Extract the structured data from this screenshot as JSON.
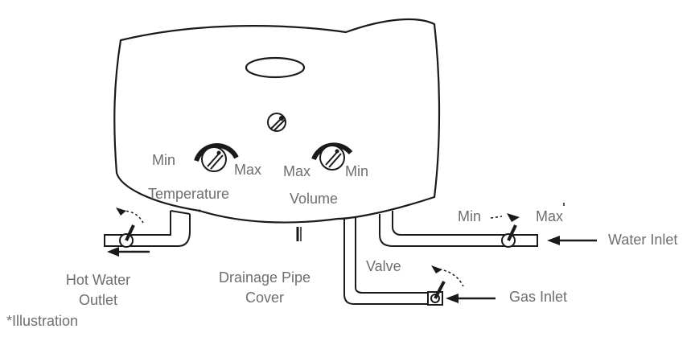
{
  "labels": {
    "knob_left_min": "Min",
    "knob_left_max": "Max",
    "knob_left_caption": "Temperature",
    "knob_right_max": "Max",
    "knob_right_min": "Min",
    "knob_right_caption": "Volume",
    "water_valve_min": "Min",
    "water_valve_max": "Max",
    "water_inlet": "Water Inlet",
    "valve": "Valve",
    "gas_inlet": "Gas Inlet",
    "hot_water_outlet_line1": "Hot Water",
    "hot_water_outlet_line2": "Outlet",
    "drainage_line1": "Drainage Pipe",
    "drainage_line2": "Cover",
    "footnote": "*Illustration"
  },
  "colors": {
    "line": "#1a1a1a",
    "text": "#6e6e6e",
    "background": "#ffffff"
  }
}
